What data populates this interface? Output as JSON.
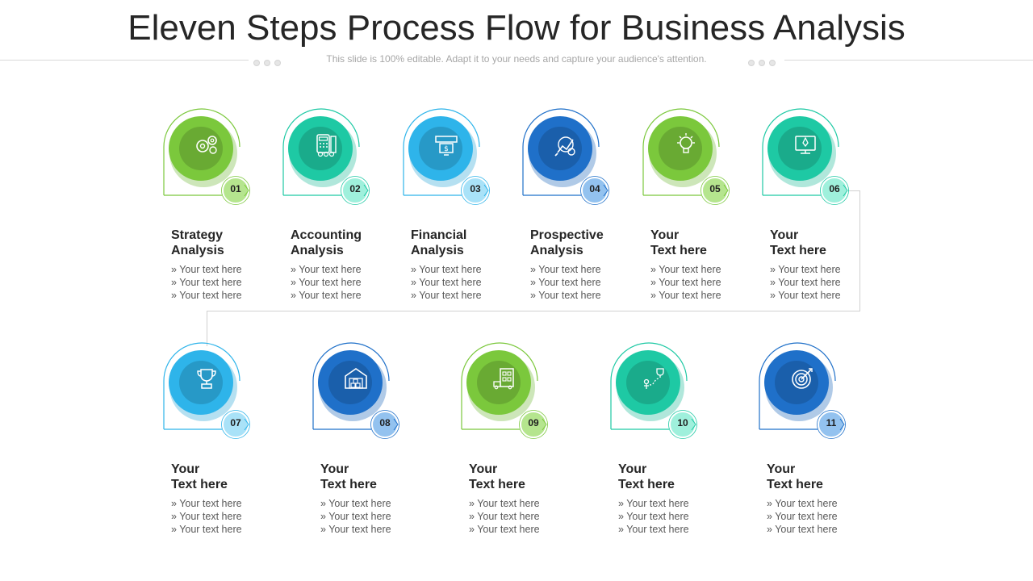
{
  "title": "Eleven Steps Process Flow for Business Analysis",
  "subtitle": "This slide is 100% editable. Adapt it to your needs and capture your audience's attention.",
  "colors": {
    "green": "#7bc83c",
    "teal": "#1ec9a4",
    "sky": "#2eb4ea",
    "blue": "#1f70c9",
    "green_badge": "#b5e58e",
    "teal_badge": "#9ff0dc",
    "sky_badge": "#a9e2f8",
    "blue_badge": "#93c2ef",
    "connector": "#d0d0d0"
  },
  "steps": [
    {
      "number": "01",
      "heading": [
        "Strategy",
        "Analysis"
      ],
      "bullets": [
        "Your text here",
        "Your text here",
        "Your text here"
      ],
      "color": "green",
      "icon": "gears-icon"
    },
    {
      "number": "02",
      "heading": [
        "Accounting",
        "Analysis"
      ],
      "bullets": [
        "Your text here",
        "Your text here",
        "Your text here"
      ],
      "color": "teal",
      "icon": "calculator-icon"
    },
    {
      "number": "03",
      "heading": [
        "Financial",
        "Analysis"
      ],
      "bullets": [
        "Your text here",
        "Your text here",
        "Your text here"
      ],
      "color": "sky",
      "icon": "money-icon"
    },
    {
      "number": "04",
      "heading": [
        "Prospective",
        "Analysis"
      ],
      "bullets": [
        "Your text here",
        "Your text here",
        "Your text here"
      ],
      "color": "blue",
      "icon": "market-analysis-icon"
    },
    {
      "number": "05",
      "heading": [
        "Your",
        "Text here"
      ],
      "bullets": [
        "Your text here",
        "Your text here",
        "Your text here"
      ],
      "color": "green",
      "icon": "idea-bulb-icon"
    },
    {
      "number": "06",
      "heading": [
        "Your",
        "Text here"
      ],
      "bullets": [
        "Your text here",
        "Your text here",
        "Your text here"
      ],
      "color": "teal",
      "icon": "rocket-monitor-icon"
    },
    {
      "number": "07",
      "heading": [
        "Your",
        "Text here"
      ],
      "bullets": [
        "Your text here",
        "Your text here",
        "Your text here"
      ],
      "color": "sky",
      "icon": "trophy-icon"
    },
    {
      "number": "08",
      "heading": [
        "Your",
        "Text here"
      ],
      "bullets": [
        "Your text here",
        "Your text here",
        "Your text here"
      ],
      "color": "blue",
      "icon": "warehouse-icon"
    },
    {
      "number": "09",
      "heading": [
        "Your",
        "Text here"
      ],
      "bullets": [
        "Your text here",
        "Your text here",
        "Your text here"
      ],
      "color": "green",
      "icon": "store-delivery-icon"
    },
    {
      "number": "10",
      "heading": [
        "Your",
        "Text here"
      ],
      "bullets": [
        "Your text here",
        "Your text here",
        "Your text here"
      ],
      "color": "teal",
      "icon": "path-goal-icon"
    },
    {
      "number": "11",
      "heading": [
        "Your",
        "Text here"
      ],
      "bullets": [
        "Your text here",
        "Your text here",
        "Your text here"
      ],
      "color": "blue",
      "icon": "target-icon"
    }
  ]
}
